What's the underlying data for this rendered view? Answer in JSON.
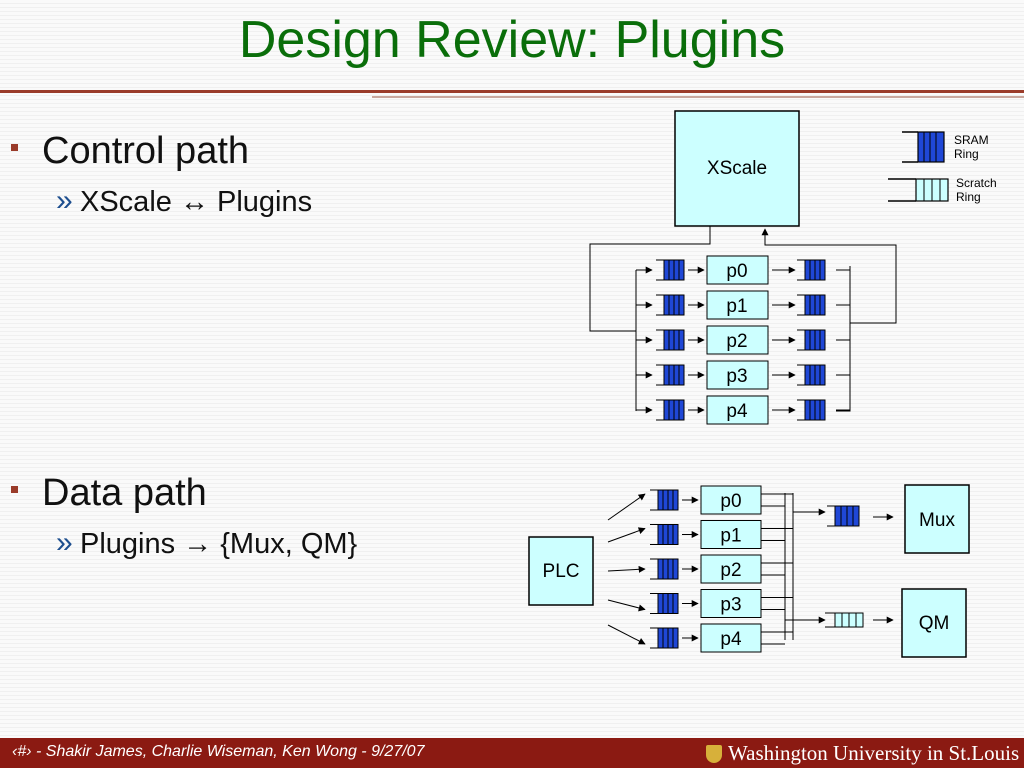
{
  "slide": {
    "title": "Design Review: Plugins",
    "bullets": [
      {
        "label": "Control path",
        "sub": "XScale ↔ Plugins"
      },
      {
        "label": "Data path",
        "sub": "Plugins → {Mux, QM}"
      }
    ]
  },
  "diagram": {
    "xscale": "XScale",
    "legend": {
      "sram": [
        "SRAM",
        "Ring"
      ],
      "scratch": [
        "Scratch",
        "Ring"
      ]
    },
    "plugins": [
      "p0",
      "p1",
      "p2",
      "p3",
      "p4"
    ],
    "plc": "PLC",
    "mux": "Mux",
    "qm": "QM",
    "colors": {
      "box_fill": "#ccffff",
      "sram_fill": "#1f47d6",
      "scratch_fill": "#ccffff"
    }
  },
  "footer": {
    "text": "‹#› - Shakir James, Charlie Wiseman, Ken Wong - 9/27/07",
    "logo": "Washington University in St.Louis"
  }
}
